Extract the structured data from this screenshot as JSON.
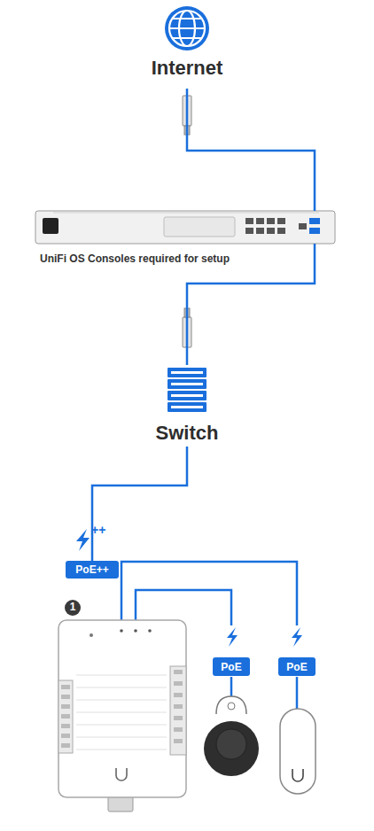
{
  "diagram": {
    "nodes": [
      {
        "text": [
          "Internet"
        ]
      },
      {
        "text": [
          "UniFi OS Consoles required for setup"
        ]
      },
      {
        "text": [
          "Switch"
        ]
      },
      {
        "text": [
          "PoE++"
        ]
      },
      {
        "text": [
          "PoE"
        ]
      },
      {
        "text": [
          "PoE"
        ]
      }
    ],
    "edges": [
      {
        "from": 0,
        "to": 1,
        "arrow": "none"
      },
      {
        "from": 1,
        "to": 2,
        "arrow": "none"
      },
      {
        "from": 2,
        "to": 3,
        "arrow": "none"
      }
    ],
    "labels": [
      "++",
      "1"
    ]
  }
}
